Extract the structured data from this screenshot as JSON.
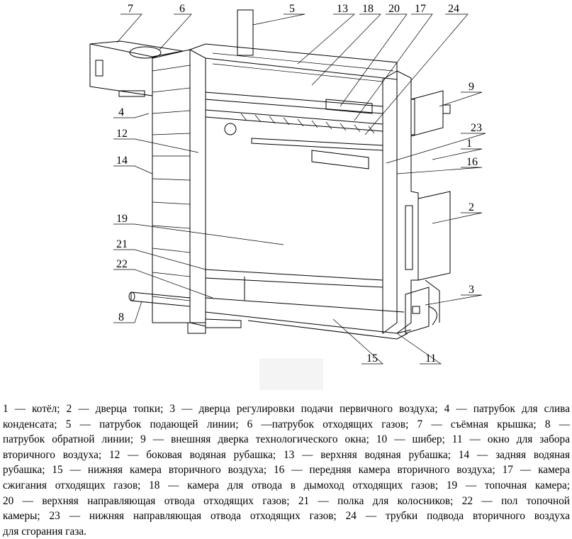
{
  "figure": {
    "labels": {
      "l1": "1",
      "l2": "2",
      "l3": "3",
      "l4": "4",
      "l5": "5",
      "l6": "6",
      "l7": "7",
      "l8": "8",
      "l9": "9",
      "l11": "11",
      "l12": "12",
      "l13": "13",
      "l14": "14",
      "l15": "15",
      "l16": "16",
      "l17": "17",
      "l18": "18",
      "l19": "19",
      "l20": "20",
      "l21": "21",
      "l22": "22",
      "l23": "23",
      "l24": "24"
    }
  },
  "caption": {
    "lines": [
      "1 — котёл; 2 — дверца топки; 3 — дверца регулировки подачи первичного воздуха; 4 — патрубок для слива",
      "конденсата; 5 — патрубок подающей линии; 6 —патрубок отходящих газов; 7 — съёмная крышка; 8 —",
      "патрубок обратной линии; 9 — внешняя дверка технологического окна; 10 — шибер; 11 — окно для забора",
      "вторичного воздуха; 12 — боковая водяная рубашка; 13 — верхняя водяная рубашка; 14 — задняя водяная",
      "рубашка; 15 — нижняя камера вторичного воздуха; 16 — передняя камера вторичного воздуха; 17 — камера",
      "сжигания отходящих газов; 18 — камера для отвода в дымоход отходящих газов; 19 — топочная камера;",
      "20 — верхняя направляющая отвода отходящих газов; 21 — полка для колосников; 22 — пол топочной",
      "камеры; 23 — нижняя направляющая отвода отходящих газов; 24 — трубки подвода вторичного воздуха",
      "для сгорания газа."
    ]
  }
}
